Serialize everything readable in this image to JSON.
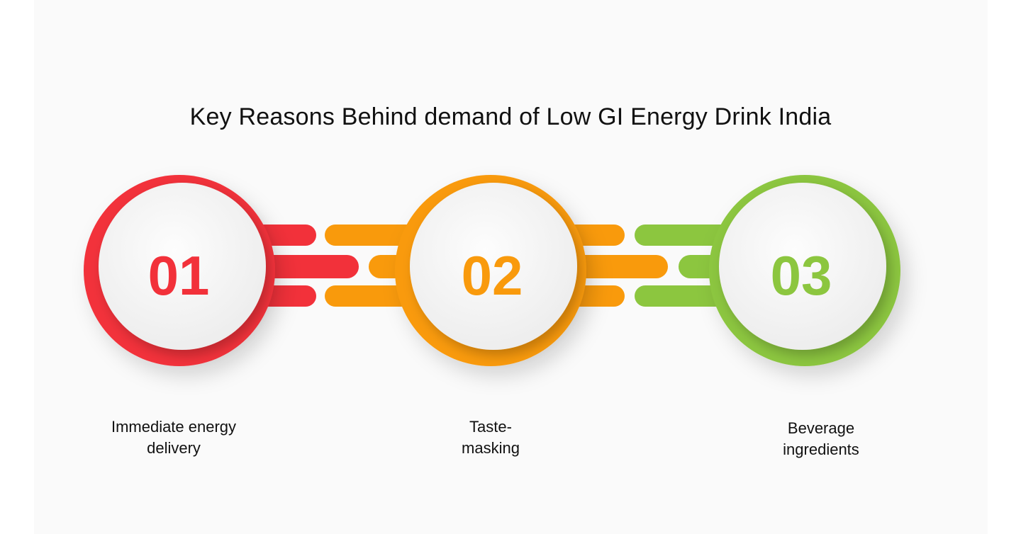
{
  "title": "Key Reasons Behind demand of Low GI Energy Drink India",
  "steps": [
    {
      "number": "01",
      "label_line1": "Immediate energy",
      "label_line2": "delivery",
      "color": "#f2313a"
    },
    {
      "number": "02",
      "label_line1": "Taste-",
      "label_line2": "masking",
      "color": "#f99a0c"
    },
    {
      "number": "03",
      "label_line1": "Beverage",
      "label_line2": "ingredients",
      "color": "#8cc63f"
    }
  ]
}
